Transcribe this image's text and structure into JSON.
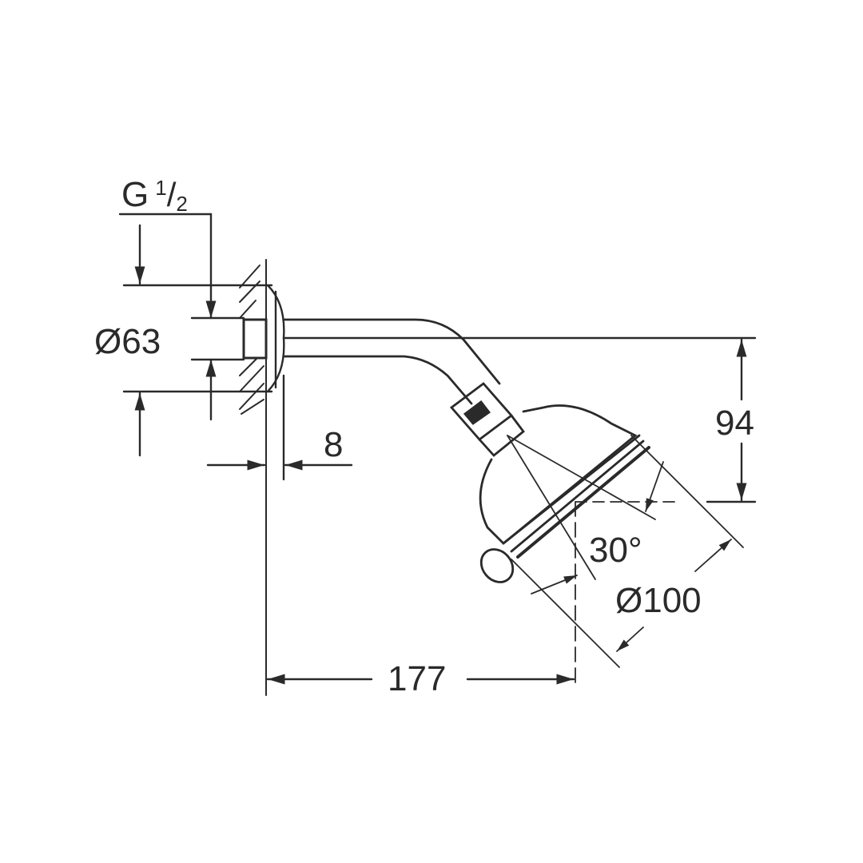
{
  "drawing": {
    "title": "Shower head with shower arm - dimensional drawing",
    "stroke_color": "#2a2a2a",
    "background": "#ffffff"
  },
  "dimensions": {
    "thread": {
      "prefix": "G",
      "numerator": "1",
      "slash": "/",
      "denominator": "2"
    },
    "flange_diameter": "Ø63",
    "flange_depth": "8",
    "height_drop": "94",
    "spray_angle": "30°",
    "head_diameter": "Ø100",
    "projection": "177"
  }
}
